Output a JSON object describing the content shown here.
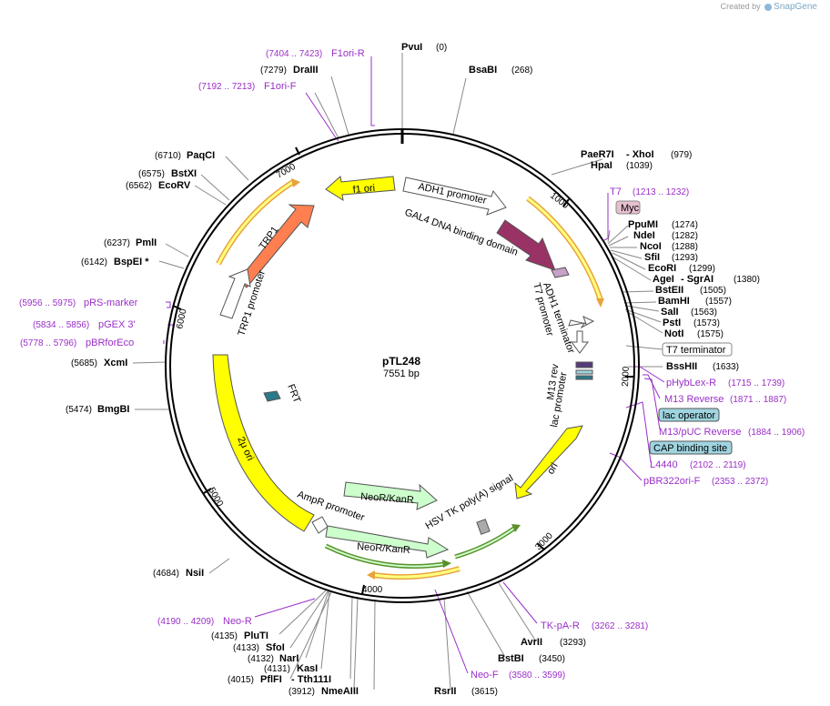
{
  "credit": {
    "prefix": "Created by",
    "brand": "SnapGene"
  },
  "plasmid": {
    "name": "pTL248",
    "size": "7551 bp"
  },
  "ticks": [
    "1000",
    "2000",
    "3000",
    "4000",
    "5000",
    "6000",
    "7000"
  ],
  "colors": {
    "yellow": "#ffff00",
    "orange": "#ff7f50",
    "maroon": "#993366",
    "green_arrow": "#ccffcc",
    "primer": "#9a2fc8",
    "lac": "#9fd4e0",
    "myc": "#e7bfd0"
  },
  "features": {
    "f1_ori": "f1 ori",
    "adh1_promoter": "ADH1 promoter",
    "gal4": "GAL4 DNA binding domain",
    "adh1_term": "ADH1 terminator",
    "t7_promoter": "T7 promoter",
    "trp1": "TRP1",
    "trp1_promoter": "TRP1 promoter",
    "frt": "FRT",
    "two_mu": "2μ ori",
    "ampr_promoter": "AmpR promoter",
    "neo1": "NeoR/KanR",
    "neo2": "NeoR/KanR",
    "hsv": "HSV TK poly(A) signal",
    "m13rev": "M13 rev",
    "lacprom": "lac promoter",
    "ori": "ori"
  },
  "boxed": {
    "myc": "Myc",
    "t7term": "T7 terminator",
    "lacop": "lac operator",
    "cap": "CAP binding site"
  },
  "left_enz": [
    {
      "pos": "(7279)",
      "name": "DraIII"
    },
    {
      "pos": "(6710)",
      "name": "PaqCI"
    },
    {
      "pos": "(6575)",
      "name": "BstXI"
    },
    {
      "pos": "(6562)",
      "name": "EcoRV"
    },
    {
      "pos": "(6237)",
      "name": "PmlI"
    },
    {
      "pos": "(6142)",
      "name": "BspEI *"
    },
    {
      "pos": "(5685)",
      "name": "XcmI"
    },
    {
      "pos": "(5474)",
      "name": "BmgBI"
    },
    {
      "pos": "(4684)",
      "name": "NsiI"
    },
    {
      "pos": "(4135)",
      "name": "PluTI"
    },
    {
      "pos": "(4133)",
      "name": "SfoI"
    },
    {
      "pos": "(4132)",
      "name": "NarI"
    },
    {
      "pos": "(4131)",
      "name": "KasI"
    },
    {
      "pos": "(4015)",
      "name": "PflFI"
    },
    {
      "pos": "(3912)",
      "name": "NmeAIII"
    }
  ],
  "tth": "- Tth111I",
  "top_enz": [
    {
      "name": "PvuI",
      "pos": "(0)"
    },
    {
      "name": "BsaBI",
      "pos": "(268)"
    }
  ],
  "right_enz": [
    {
      "name": "PaeR7I",
      "pos": ""
    },
    {
      "name": "HpaI",
      "pos": "(1039)"
    },
    {
      "name": "PpuMI",
      "pos": "(1274)"
    },
    {
      "name": "NdeI",
      "pos": "(1282)"
    },
    {
      "name": "NcoI",
      "pos": "(1288)"
    },
    {
      "name": "SfiI",
      "pos": "(1293)"
    },
    {
      "name": "EcoRI",
      "pos": "(1299)"
    },
    {
      "name": "AgeI",
      "pos": ""
    },
    {
      "name": "BstEII",
      "pos": "(1505)"
    },
    {
      "name": "BamHI",
      "pos": "(1557)"
    },
    {
      "name": "SalI",
      "pos": "(1563)"
    },
    {
      "name": "PstI",
      "pos": "(1573)"
    },
    {
      "name": "NotI",
      "pos": "(1575)"
    },
    {
      "name": "BssHII",
      "pos": "(1633)"
    },
    {
      "name": "AvrII",
      "pos": "(3293)"
    },
    {
      "name": "BstBI",
      "pos": "(3450)"
    },
    {
      "name": "RsrII",
      "pos": "(3615)"
    }
  ],
  "xhoi": {
    "name": "- XhoI",
    "pos": "(979)"
  },
  "sgrai": {
    "name": "- SgrAI",
    "pos": "(1380)"
  },
  "primers": [
    {
      "pos": "(7404 .. 7423)",
      "name": "F1ori-R"
    },
    {
      "pos": "(7192 .. 7213)",
      "name": "F1ori-F"
    },
    {
      "pos": "(5956 .. 5975)",
      "name": "pRS-marker"
    },
    {
      "pos": "(5834 .. 5856)",
      "name": "pGEX 3'"
    },
    {
      "pos": "(5778 .. 5796)",
      "name": "pBRforEco"
    },
    {
      "pos": "(4190 .. 4209)",
      "name": "Neo-R"
    }
  ],
  "primers_right": [
    {
      "name": "T7",
      "pos": "(1213 .. 1232)"
    },
    {
      "name": "pHybLex-R",
      "pos": "(1715 .. 1739)"
    },
    {
      "name": "M13 Reverse",
      "pos": "(1871 .. 1887)"
    },
    {
      "name": "M13/pUC Reverse",
      "pos": "(1884 .. 1906)"
    },
    {
      "name": "L4440",
      "pos": "(2102 .. 2119)"
    },
    {
      "name": "pBR322ori-F",
      "pos": "(2353 .. 2372)"
    },
    {
      "name": "TK-pA-R",
      "pos": "(3262 .. 3281)"
    },
    {
      "name": "Neo-F",
      "pos": "(3580 .. 3599)"
    }
  ]
}
